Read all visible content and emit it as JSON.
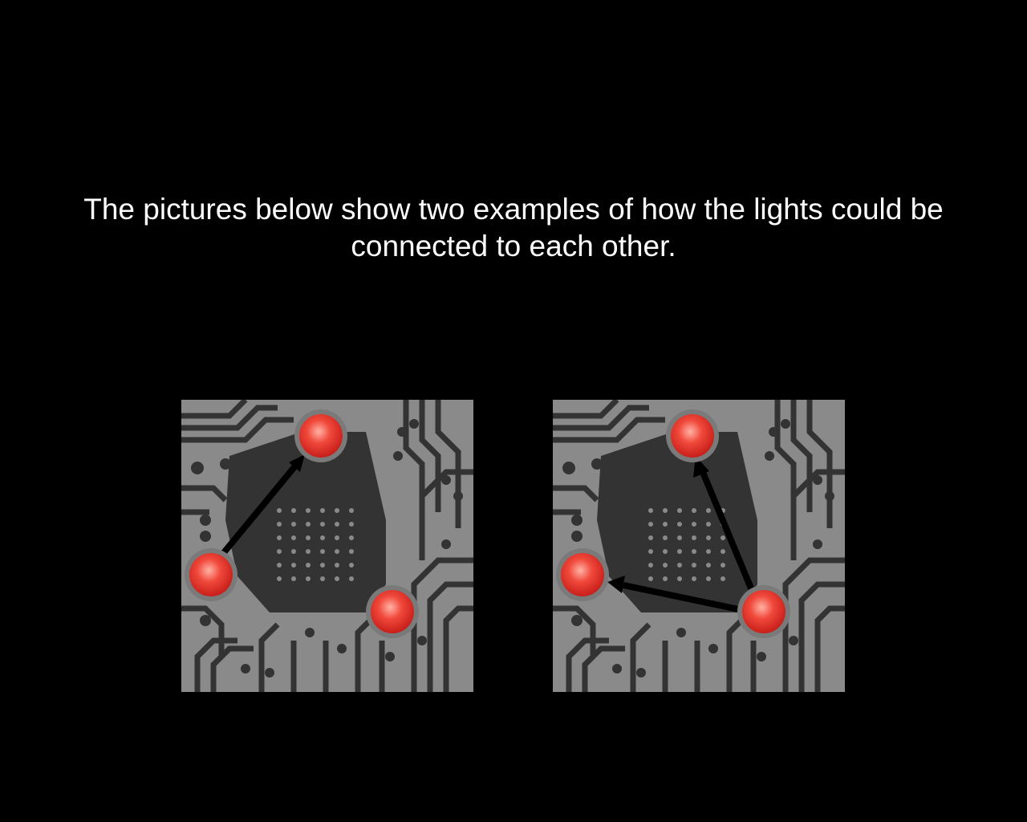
{
  "instruction": {
    "text": "The pictures below show two examples of how the lights could be connected to each other."
  },
  "colors": {
    "background": "#000000",
    "text": "#ffffff",
    "board": "#333333",
    "trace": "#8a8a8a",
    "light": "#e8322a",
    "light_halo": "#7a7a7a",
    "arrow": "#000000"
  },
  "examples": [
    {
      "name": "example-1",
      "lights": [
        "top-center",
        "left-middle",
        "bottom-right"
      ],
      "connections": [
        {
          "from": "left-middle",
          "to": "top-center"
        }
      ]
    },
    {
      "name": "example-2",
      "lights": [
        "top-center",
        "left-middle",
        "bottom-right"
      ],
      "connections": [
        {
          "from": "bottom-right",
          "to": "top-center"
        },
        {
          "from": "bottom-right",
          "to": "left-middle"
        }
      ]
    }
  ]
}
